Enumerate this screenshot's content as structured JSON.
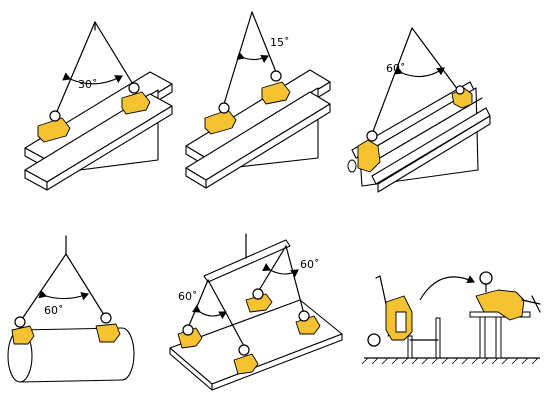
{
  "colors": {
    "clamp": "#f5c232",
    "line": "#000000",
    "background": "#ffffff"
  },
  "panels": [
    {
      "id": "beam-horizontal",
      "angle_label": "30˚"
    },
    {
      "id": "beam-horizontal-narrow",
      "angle_label": "15˚"
    },
    {
      "id": "beam-side",
      "angle_label": "60˚"
    },
    {
      "id": "pipe",
      "angle_label": "60˚"
    },
    {
      "id": "plate-spreader",
      "angle_label_left": "60˚",
      "angle_label_right": "60˚"
    },
    {
      "id": "clamp-transfer",
      "icon": "curved-arrow-icon"
    }
  ]
}
